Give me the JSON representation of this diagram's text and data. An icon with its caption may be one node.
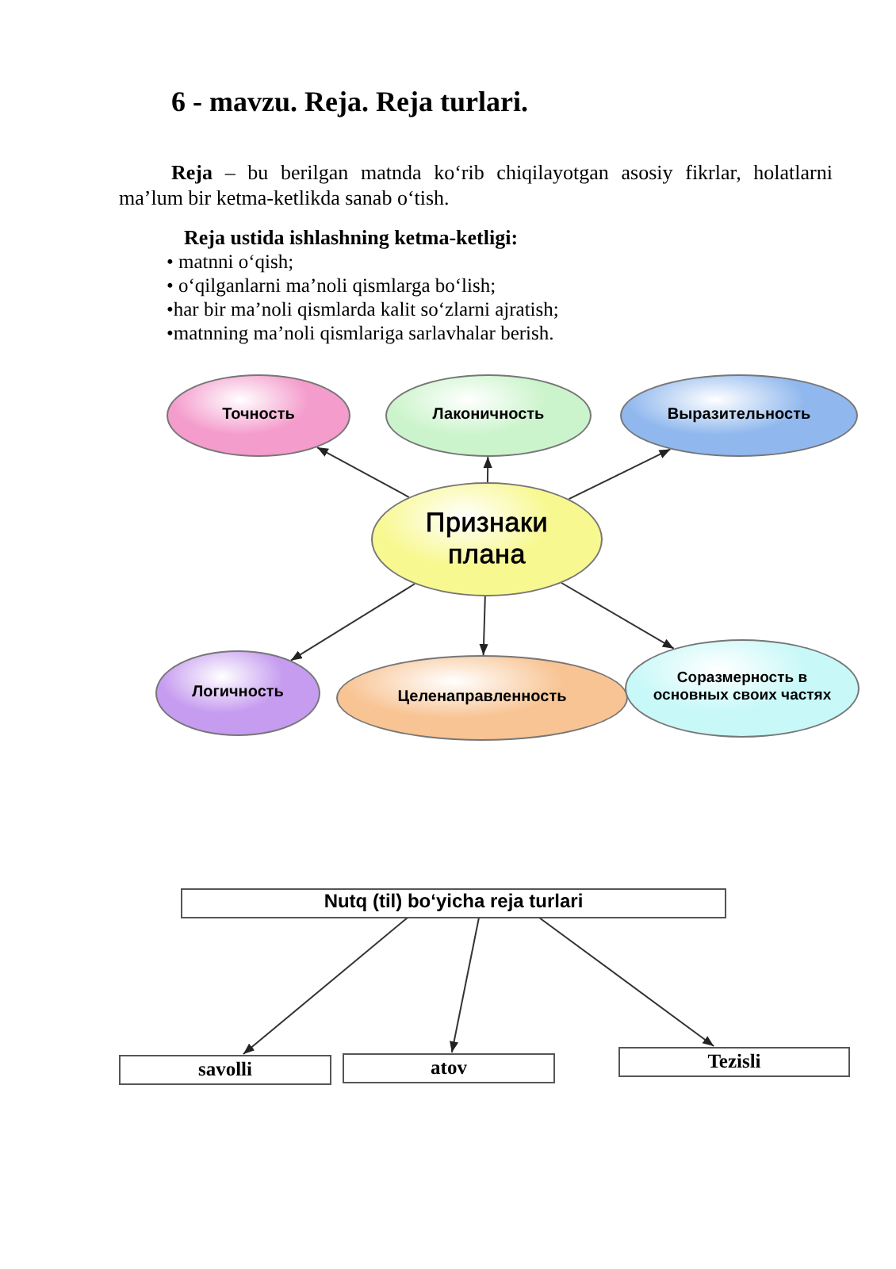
{
  "diagram": {
    "title": "6 - mavzu. Reja. Reja turlari.",
    "nodes": [
      {
        "text": [
          "Признаки плана"
        ]
      },
      {
        "text": [
          "Точность"
        ]
      },
      {
        "text": [
          "Лаконичность"
        ]
      },
      {
        "text": [
          "Выразительность"
        ]
      },
      {
        "text": [
          "Логичность"
        ]
      },
      {
        "text": [
          "Целенаправленность"
        ]
      },
      {
        "text": [
          "Соразмерность в основных своих частях"
        ]
      },
      {
        "text": [
          "Nutq (til) bo‘yicha reja turlari"
        ]
      },
      {
        "text": [
          "savolli"
        ]
      },
      {
        "text": [
          "atov"
        ]
      },
      {
        "text": [
          "Tezisli"
        ]
      }
    ],
    "edges": [
      {
        "from": 0,
        "to": 1,
        "arrow": "to"
      },
      {
        "from": 0,
        "to": 2,
        "arrow": "to"
      },
      {
        "from": 0,
        "to": 3,
        "arrow": "to"
      },
      {
        "from": 0,
        "to": 4,
        "arrow": "to"
      },
      {
        "from": 0,
        "to": 5,
        "arrow": "to"
      },
      {
        "from": 0,
        "to": 6,
        "arrow": "to"
      },
      {
        "from": 7,
        "to": 8,
        "arrow": "to"
      },
      {
        "from": 7,
        "to": 9,
        "arrow": "to"
      },
      {
        "from": 7,
        "to": 10,
        "arrow": "to"
      }
    ],
    "labels": [
      "**Reja** – bu berilgan matnda ko‘rib chiqilayotgan asosiy fikrlar, holatlarni ma’lum bir ketma-ketlikda sanab o‘tish.",
      "Reja ustida ishlashning ketma-ketligi:",
      "• matnni o‘qish;",
      "• o‘qilganlarni ma’noli  qismlarga bo‘lish;",
      "•har bir ma’noli qismlarda kalit so‘zlarni ajratish;",
      "•matnning ma’noli qismlariga sarlavhalar berish."
    ]
  }
}
